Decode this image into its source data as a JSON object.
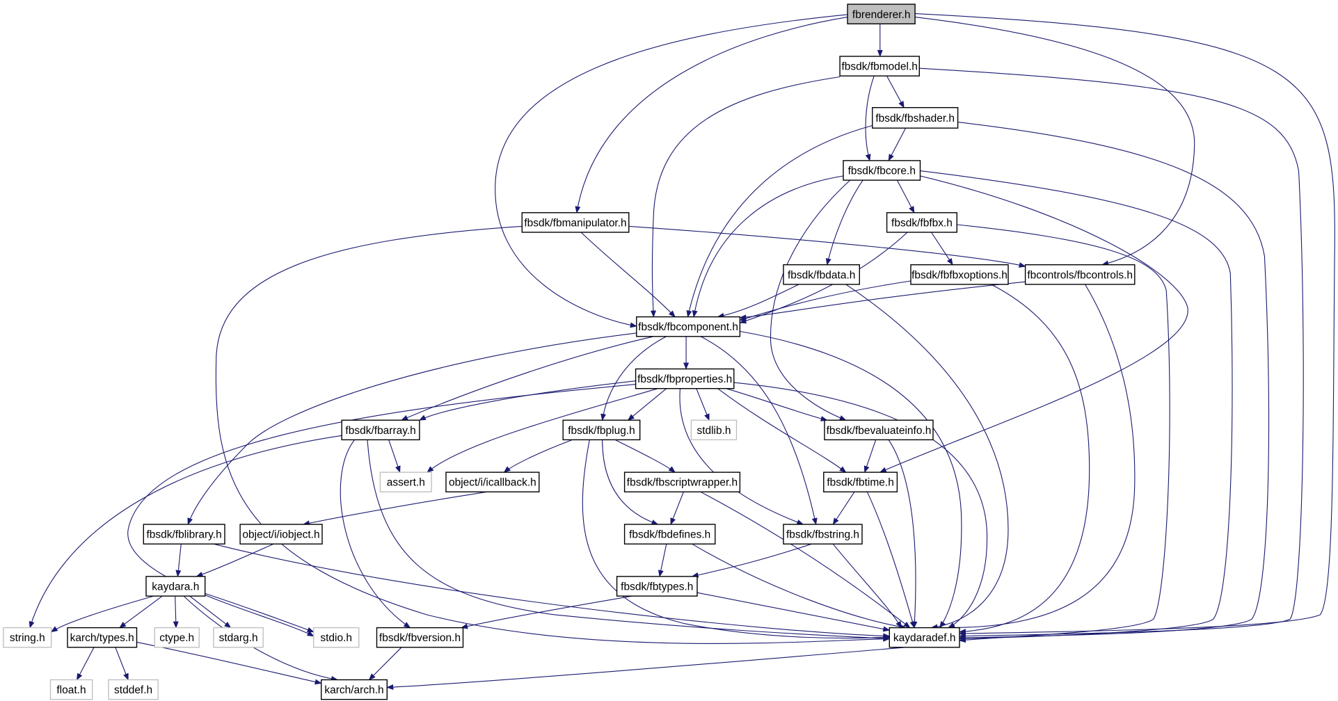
{
  "diagram": {
    "colors": {
      "edge": "#191970",
      "node_border": "#000000",
      "system_node_border": "#c0c0c0",
      "root_fill": "#bfbfbf"
    },
    "nodes": [
      {
        "id": "fbrenderer",
        "label": "fbrenderer.h",
        "kind": "root"
      },
      {
        "id": "fbmodel",
        "label": "fbsdk/fbmodel.h",
        "kind": "local"
      },
      {
        "id": "fbshader",
        "label": "fbsdk/fbshader.h",
        "kind": "local"
      },
      {
        "id": "fbcore",
        "label": "fbsdk/fbcore.h",
        "kind": "local"
      },
      {
        "id": "fbmanipulator",
        "label": "fbsdk/fbmanipulator.h",
        "kind": "local"
      },
      {
        "id": "fbfbx",
        "label": "fbsdk/fbfbx.h",
        "kind": "local"
      },
      {
        "id": "fbdata",
        "label": "fbsdk/fbdata.h",
        "kind": "local"
      },
      {
        "id": "fbfbxoptions",
        "label": "fbsdk/fbfbxoptions.h",
        "kind": "local"
      },
      {
        "id": "fbcontrols",
        "label": "fbcontrols/fbcontrols.h",
        "kind": "local"
      },
      {
        "id": "fbcomponent",
        "label": "fbsdk/fbcomponent.h",
        "kind": "local"
      },
      {
        "id": "fbproperties",
        "label": "fbsdk/fbproperties.h",
        "kind": "local"
      },
      {
        "id": "fbarray",
        "label": "fbsdk/fbarray.h",
        "kind": "local"
      },
      {
        "id": "fbplug",
        "label": "fbsdk/fbplug.h",
        "kind": "local"
      },
      {
        "id": "stdlib",
        "label": "stdlib.h",
        "kind": "system"
      },
      {
        "id": "fbevaluateinfo",
        "label": "fbsdk/fbevaluateinfo.h",
        "kind": "local"
      },
      {
        "id": "assert",
        "label": "assert.h",
        "kind": "system"
      },
      {
        "id": "icallback",
        "label": "object/i/icallback.h",
        "kind": "local"
      },
      {
        "id": "fbscriptwrapper",
        "label": "fbsdk/fbscriptwrapper.h",
        "kind": "local"
      },
      {
        "id": "fbtime",
        "label": "fbsdk/fbtime.h",
        "kind": "local"
      },
      {
        "id": "fblibrary",
        "label": "fbsdk/fblibrary.h",
        "kind": "local"
      },
      {
        "id": "iobject",
        "label": "object/i/iobject.h",
        "kind": "local"
      },
      {
        "id": "fbdefines",
        "label": "fbsdk/fbdefines.h",
        "kind": "local"
      },
      {
        "id": "fbstring",
        "label": "fbsdk/fbstring.h",
        "kind": "local"
      },
      {
        "id": "kaydara",
        "label": "kaydara.h",
        "kind": "local"
      },
      {
        "id": "fbtypes",
        "label": "fbsdk/fbtypes.h",
        "kind": "local"
      },
      {
        "id": "string",
        "label": "string.h",
        "kind": "system"
      },
      {
        "id": "karchtypes",
        "label": "karch/types.h",
        "kind": "local"
      },
      {
        "id": "ctype",
        "label": "ctype.h",
        "kind": "system"
      },
      {
        "id": "stdarg",
        "label": "stdarg.h",
        "kind": "system"
      },
      {
        "id": "stdio",
        "label": "stdio.h",
        "kind": "system"
      },
      {
        "id": "fbversion",
        "label": "fbsdk/fbversion.h",
        "kind": "local"
      },
      {
        "id": "kaydaradef",
        "label": "kaydaradef.h",
        "kind": "local"
      },
      {
        "id": "float",
        "label": "float.h",
        "kind": "system"
      },
      {
        "id": "stddef",
        "label": "stddef.h",
        "kind": "system"
      },
      {
        "id": "arch",
        "label": "karch/arch.h",
        "kind": "local"
      }
    ],
    "edges": [
      [
        "fbrenderer",
        "fbmodel"
      ],
      [
        "fbrenderer",
        "fbmanipulator"
      ],
      [
        "fbrenderer",
        "fbcomponent"
      ],
      [
        "fbrenderer",
        "fbcontrols"
      ],
      [
        "fbrenderer",
        "kaydaradef"
      ],
      [
        "fbmodel",
        "fbshader"
      ],
      [
        "fbmodel",
        "fbcore"
      ],
      [
        "fbmodel",
        "fbcomponent"
      ],
      [
        "fbmodel",
        "kaydaradef"
      ],
      [
        "fbshader",
        "fbcore"
      ],
      [
        "fbshader",
        "fbcomponent"
      ],
      [
        "fbshader",
        "kaydaradef"
      ],
      [
        "fbcore",
        "fbfbx"
      ],
      [
        "fbcore",
        "fbdata"
      ],
      [
        "fbcore",
        "fbcomponent"
      ],
      [
        "fbcore",
        "fbevaluateinfo"
      ],
      [
        "fbcore",
        "fbtime"
      ],
      [
        "fbcore",
        "kaydaradef"
      ],
      [
        "fbmanipulator",
        "fbcomponent"
      ],
      [
        "fbmanipulator",
        "fbcontrols"
      ],
      [
        "fbmanipulator",
        "kaydaradef"
      ],
      [
        "fbfbx",
        "fbfbxoptions"
      ],
      [
        "fbfbx",
        "fbcomponent"
      ],
      [
        "fbfbx",
        "kaydaradef"
      ],
      [
        "fbdata",
        "fbcomponent"
      ],
      [
        "fbdata",
        "kaydaradef"
      ],
      [
        "fbfbxoptions",
        "fbcomponent"
      ],
      [
        "fbfbxoptions",
        "kaydaradef"
      ],
      [
        "fbcontrols",
        "fbcomponent"
      ],
      [
        "fbcontrols",
        "kaydaradef"
      ],
      [
        "fbcomponent",
        "fbproperties"
      ],
      [
        "fbcomponent",
        "fbarray"
      ],
      [
        "fbcomponent",
        "fbplug"
      ],
      [
        "fbcomponent",
        "fbstring"
      ],
      [
        "fbcomponent",
        "fblibrary"
      ],
      [
        "fbcomponent",
        "kaydaradef"
      ],
      [
        "fbproperties",
        "fbarray"
      ],
      [
        "fbproperties",
        "fbplug"
      ],
      [
        "fbproperties",
        "stdlib"
      ],
      [
        "fbproperties",
        "fbevaluateinfo"
      ],
      [
        "fbproperties",
        "assert"
      ],
      [
        "fbproperties",
        "fbtime"
      ],
      [
        "fbproperties",
        "fbstring"
      ],
      [
        "fbproperties",
        "stdio"
      ],
      [
        "fbproperties",
        "kaydaradef"
      ],
      [
        "fbarray",
        "assert"
      ],
      [
        "fbarray",
        "string"
      ],
      [
        "fbarray",
        "fbversion"
      ],
      [
        "fbarray",
        "kaydaradef"
      ],
      [
        "fbplug",
        "icallback"
      ],
      [
        "fbplug",
        "fbscriptwrapper"
      ],
      [
        "fbplug",
        "fbdefines"
      ],
      [
        "fbplug",
        "kaydaradef"
      ],
      [
        "fbevaluateinfo",
        "fbtime"
      ],
      [
        "fbevaluateinfo",
        "kaydaradef"
      ],
      [
        "icallback",
        "iobject"
      ],
      [
        "fbscriptwrapper",
        "fbdefines"
      ],
      [
        "fbscriptwrapper",
        "kaydaradef"
      ],
      [
        "fbtime",
        "fbstring"
      ],
      [
        "fbtime",
        "kaydaradef"
      ],
      [
        "fblibrary",
        "kaydara"
      ],
      [
        "fblibrary",
        "kaydaradef"
      ],
      [
        "iobject",
        "kaydara"
      ],
      [
        "fbdefines",
        "fbtypes"
      ],
      [
        "fbdefines",
        "kaydaradef"
      ],
      [
        "fbstring",
        "fbtypes"
      ],
      [
        "fbstring",
        "kaydaradef"
      ],
      [
        "kaydara",
        "string"
      ],
      [
        "kaydara",
        "karchtypes"
      ],
      [
        "kaydara",
        "ctype"
      ],
      [
        "kaydara",
        "stdarg"
      ],
      [
        "kaydara",
        "stdio"
      ],
      [
        "kaydara",
        "arch"
      ],
      [
        "fbtypes",
        "fbversion"
      ],
      [
        "fbtypes",
        "kaydaradef"
      ],
      [
        "karchtypes",
        "float"
      ],
      [
        "karchtypes",
        "stddef"
      ],
      [
        "karchtypes",
        "arch"
      ],
      [
        "fbversion",
        "arch"
      ],
      [
        "kaydaradef",
        "arch"
      ]
    ]
  }
}
